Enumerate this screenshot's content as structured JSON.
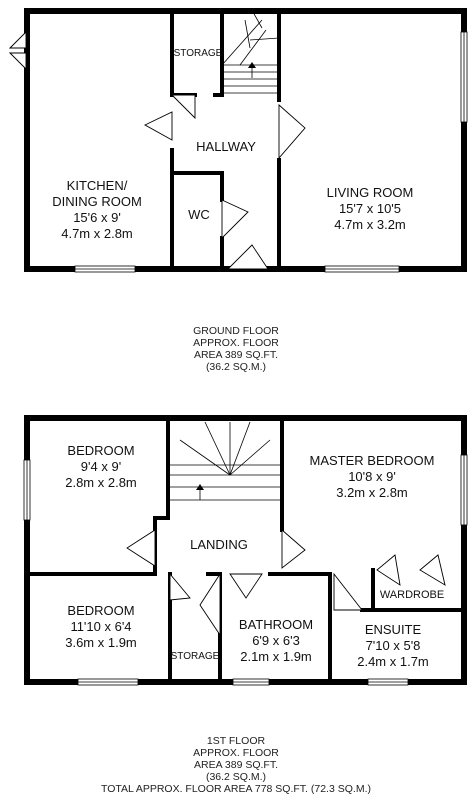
{
  "ground_floor": {
    "rooms": {
      "kitchen": {
        "name_line1": "KITCHEN/",
        "name_line2": "DINING ROOM",
        "imperial": "15'6 x 9'",
        "metric": "4.7m x 2.8m"
      },
      "storage": {
        "name": "STORAGE"
      },
      "hallway": {
        "name": "HALLWAY"
      },
      "wc": {
        "name": "WC"
      },
      "living": {
        "name": "LIVING ROOM",
        "imperial": "15'7 x 10'5",
        "metric": "4.7m x 3.2m"
      }
    },
    "summary": {
      "line1": "GROUND FLOOR",
      "line2": "APPROX. FLOOR",
      "line3": "AREA 389 SQ.FT.",
      "line4": "(36.2 SQ.M.)"
    }
  },
  "first_floor": {
    "rooms": {
      "bedroom_1": {
        "name": "BEDROOM",
        "imperial": "9'4 x 9'",
        "metric": "2.8m x 2.8m"
      },
      "master": {
        "name": "MASTER BEDROOM",
        "imperial": "10'8 x 9'",
        "metric": "3.2m x 2.8m"
      },
      "landing": {
        "name": "LANDING"
      },
      "wardrobe": {
        "name": "WARDROBE"
      },
      "bedroom_2": {
        "name": "BEDROOM",
        "imperial": "11'10 x 6'4",
        "metric": "3.6m x 1.9m"
      },
      "storage": {
        "name": "STORAGE"
      },
      "bathroom": {
        "name": "BATHROOM",
        "imperial": "6'9 x 6'3",
        "metric": "2.1m x 1.9m"
      },
      "ensuite": {
        "name": "ENSUITE",
        "imperial": "7'10 x 5'8",
        "metric": "2.4m x 1.7m"
      }
    },
    "summary": {
      "line1": "1ST FLOOR",
      "line2": "APPROX. FLOOR",
      "line3": "AREA 389 SQ.FT.",
      "line4": "(36.2 SQ.M.)"
    }
  },
  "total": "TOTAL APPROX. FLOOR AREA 778 SQ.FT. (72.3 SQ.M.)"
}
